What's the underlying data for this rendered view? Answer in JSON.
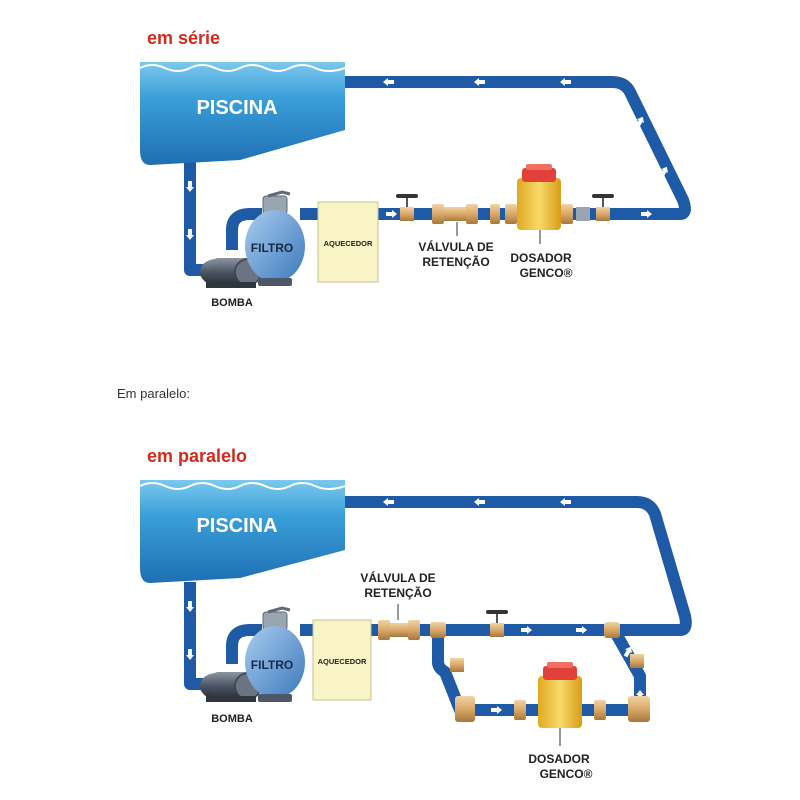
{
  "colors": {
    "accent_title": "#d42a1c",
    "pipe": "#1f5aa6",
    "water": "#3a9fd8",
    "heater": "#f8f4c6",
    "brass": "#d9a96a",
    "doser_body": "#f0c23a",
    "doser_cap": "#e2403a"
  },
  "serie": {
    "title": "em série",
    "pool_label": "PISCINA",
    "filter_label": "FILTRO",
    "heater_label": "AQUECEDOR",
    "pump_label": "BOMBA",
    "valve_label_1": "VÁLVULA DE",
    "valve_label_2": "RETENÇÃO",
    "doser_label_1": "DOSADOR",
    "doser_label_2": "GENCO®"
  },
  "caption": "Em paralelo:",
  "paralelo": {
    "title": "em paralelo",
    "pool_label": "PISCINA",
    "filter_label": "FILTRO",
    "heater_label": "AQUECEDOR",
    "pump_label": "BOMBA",
    "valve_label_1": "VÁLVULA DE",
    "valve_label_2": "RETENÇÃO",
    "doser_label_1": "DOSADOR",
    "doser_label_2": "GENCO®"
  }
}
